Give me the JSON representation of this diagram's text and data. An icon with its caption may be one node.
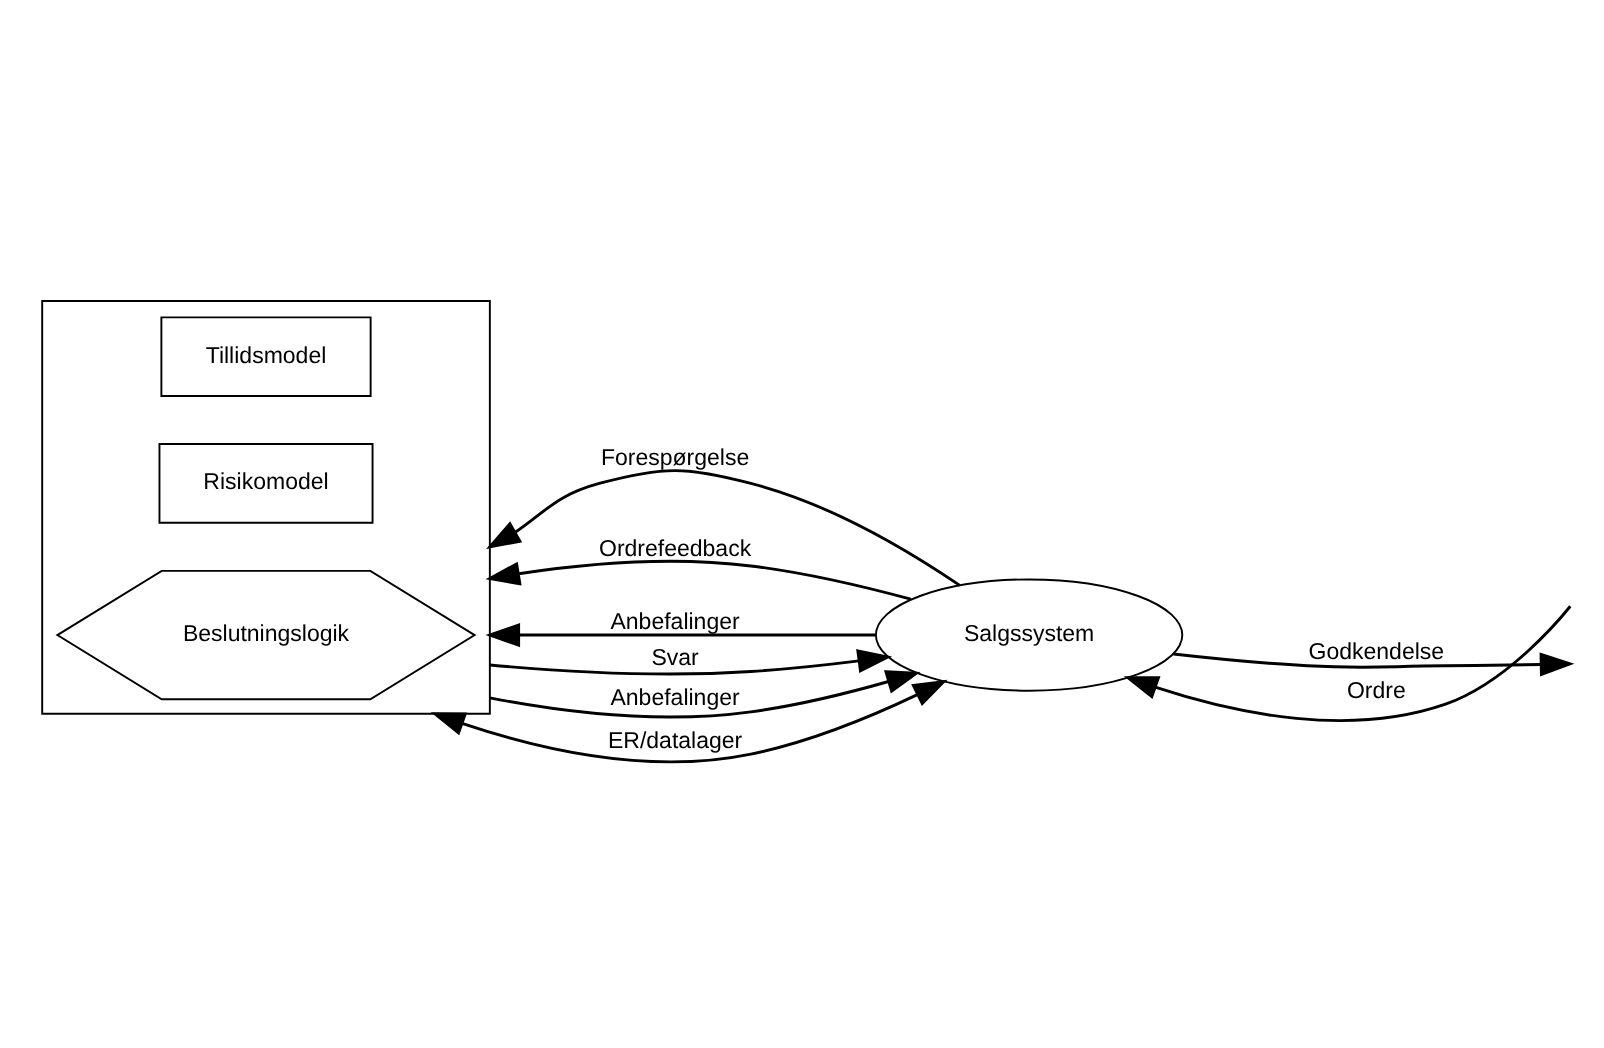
{
  "diagram": {
    "nodes": [
      {
        "text": [],
        "shape": "box"
      },
      {
        "text": [
          "Tillidsmodel"
        ],
        "in": 0
      },
      {
        "text": [
          "Risikomodel"
        ],
        "in": 0
      },
      {
        "text": [
          "Beslutningslogik"
        ],
        "in": 0
      },
      {
        "text": [
          "Salgssystem"
        ]
      }
    ],
    "edges": [
      {
        "from": 4,
        "to": 0,
        "arrow": "to",
        "label": "Forespørgelse"
      },
      {
        "from": 4,
        "to": 0,
        "arrow": "to",
        "label": "Ordrefeedback"
      },
      {
        "from": 4,
        "to": 0,
        "arrow": "to",
        "label": "Anbefalinger"
      },
      {
        "from": 0,
        "to": 4,
        "arrow": "to",
        "label": "Svar"
      },
      {
        "from": 0,
        "to": 4,
        "arrow": "to",
        "label": "Anbefalinger"
      },
      {
        "from": 0,
        "to": 4,
        "arrow": "both",
        "label": "ER/datalager"
      },
      {
        "from": null,
        "to": 4,
        "arrow": "to",
        "label": "Ordre"
      },
      {
        "from": 4,
        "to": null,
        "arrow": "to",
        "label": "Godkendelse"
      }
    ]
  }
}
